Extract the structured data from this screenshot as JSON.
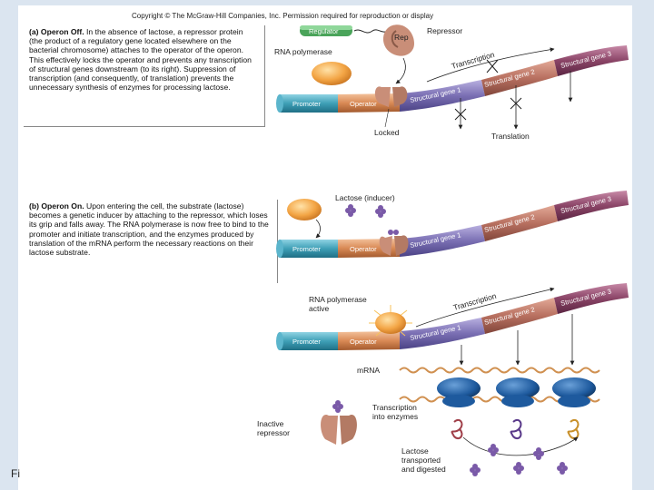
{
  "copyright": "Copyright © The McGraw-Hill Companies, Inc. Permission required for reproduction or display",
  "figure_label": "Fi",
  "panel_a": {
    "heading": "(a) Operon Off.",
    "text": " In the absence of lactose, a repressor protein (the product of a regulatory gene located elsewhere on the bacterial chromosome) attaches to the operator of the operon. This effectively locks the operator and prevents any transcription of structural genes downstream (to its right). Suppression of transcription (and consequently, of translation) prevents the unnecessary synthesis of enzymes for processing lactose."
  },
  "panel_b": {
    "heading": "(b) Operon On.",
    "text": " Upon entering the cell, the substrate (lactose) becomes a genetic inducer by attaching to the repressor, which loses its grip and falls away. The RNA polymerase is now free to bind to the promoter and initiate transcription, and the enzymes produced by translation of the mRNA perform the necessary reactions on their lactose substrate."
  },
  "labels": {
    "regulator": "Regulator",
    "repressor": "Repressor",
    "rna_polymerase": "RNA polymerase",
    "transcription": "Transcription",
    "locked": "Locked",
    "translation": "Translation",
    "lactose_inducer": "Lactose (inducer)",
    "rna_polymerase_active_1": "RNA polymerase",
    "rna_polymerase_active_2": "active",
    "mrna": "mRNA",
    "transcription_enzymes_1": "Transcription",
    "transcription_enzymes_2": "into enzymes",
    "inactive_repressor_1": "Inactive",
    "inactive_repressor_2": "repressor",
    "lactose_digested_1": "Lactose",
    "lactose_digested_2": "transported",
    "lactose_digested_3": "and digested",
    "rep_small": "Rep"
  },
  "segments": {
    "promoter": "Promoter",
    "operator": "Operator",
    "gene1": "Structural gene 1",
    "gene2": "Structural gene 2",
    "gene3": "Structural gene 3"
  },
  "colors": {
    "promoter": "#3e9fb6",
    "operator": "#d98a55",
    "gene1": "#7a6fb3",
    "gene2": "#b87060",
    "gene3": "#8a4466",
    "polymerase": "#f0a040",
    "repressor": "#c98e78",
    "lactose": "#7a5aa8",
    "regulator": "#4aa45a"
  }
}
